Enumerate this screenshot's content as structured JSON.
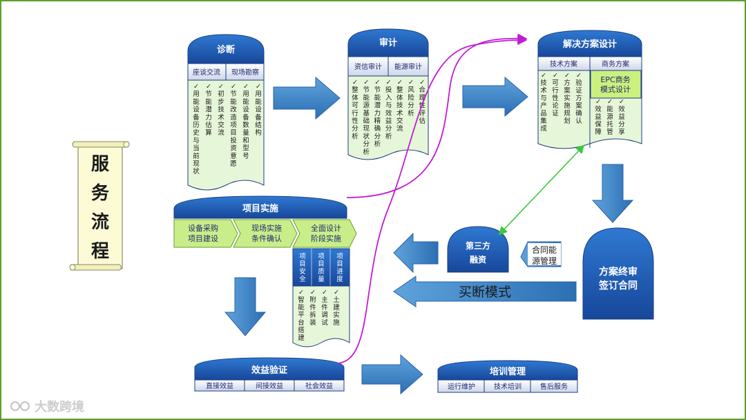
{
  "scroll_title": "服务流程",
  "diagnosis": {
    "title": "诊断",
    "tabs": [
      "座谈交流",
      "现场勘察"
    ],
    "items": [
      "用能设备历史与当前现状",
      "节能潜力估算",
      "初步技术交流",
      "节能改造项目投资意愿",
      "用能设备数量和型号",
      "用能设备结构"
    ]
  },
  "audit": {
    "title": "审计",
    "tabs": [
      "资信审计",
      "能源审计"
    ],
    "items": [
      "整体可行性分析",
      "节能源基础现状分析",
      "节能潜力精确分析",
      "投入与效益分析",
      "整体技术交流",
      "风险分析",
      "合理性评估"
    ]
  },
  "solution": {
    "title": "解决方案设计",
    "tabs": [
      "技术方案",
      "商务方案"
    ],
    "highlight": "EPC商务模式设计",
    "tech_items": [
      "技术与产品集成",
      "可行性论证",
      "方案实施规划",
      "验证方案确认"
    ],
    "biz_items": [
      "效益保障",
      "能源托管",
      "效益分享"
    ]
  },
  "implementation": {
    "title": "项目实施",
    "steps": [
      "设备采购 项目建设",
      "现场实施 条件确认",
      "全面设计 阶段实施"
    ],
    "sub_tabs": [
      "项目安全",
      "项目质量",
      "项目进度"
    ],
    "items": [
      "智能平台搭建",
      "附件拆装",
      "主件调试",
      "土建实施"
    ]
  },
  "third_party": {
    "title": "第三方融资",
    "side_label": "合同能源管理"
  },
  "buyout_label": "买断模式",
  "final_review": {
    "title": "方案终审签订合同"
  },
  "benefit": {
    "title": "效益验证",
    "tabs": [
      "直接效益",
      "间接效益",
      "社会效益"
    ]
  },
  "training": {
    "title": "培训管理",
    "tabs": [
      "运行维护",
      "技术培训",
      "售后服务"
    ]
  },
  "watermark": "大数跨境",
  "colors": {
    "header_blue": "#1f5fb6",
    "arrow_blue": "#3c86c7",
    "doc_green": "#e6f6d8",
    "step_green": "#c8ee8a",
    "highlight_green": "#ccf07e",
    "connector_magenta": "#c21bd6",
    "connector_green": "#3cc83c",
    "scroll_fill": "#fcfbd6"
  }
}
